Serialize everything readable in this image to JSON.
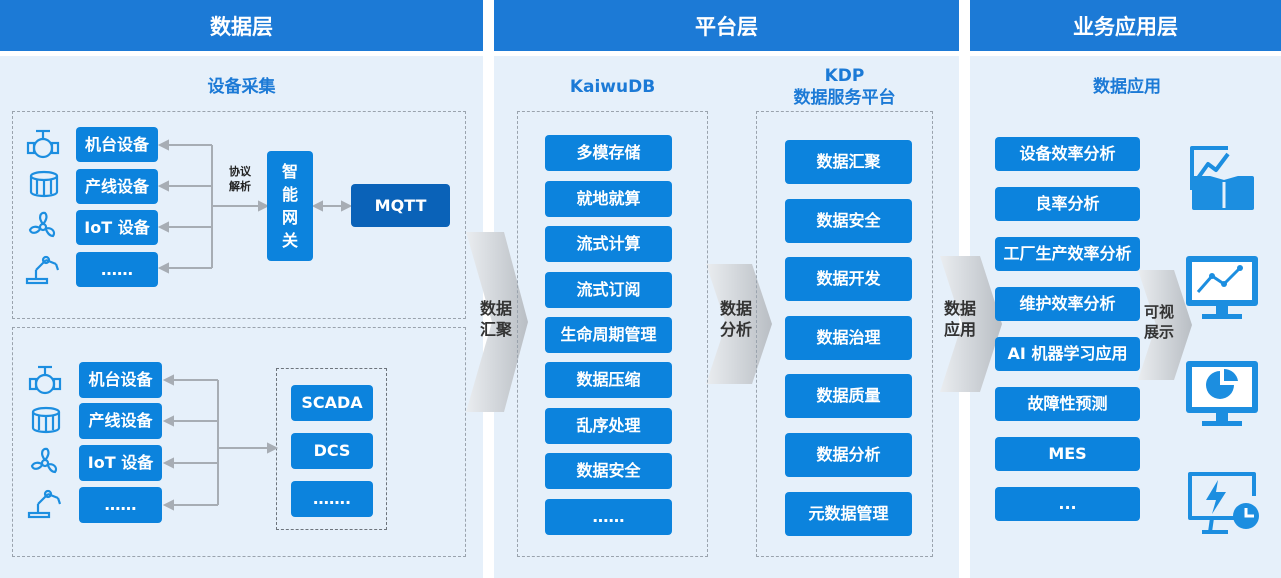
{
  "headers": {
    "data_layer": "数据层",
    "platform_layer": "平台层",
    "business_layer": "业务应用层"
  },
  "data_layer": {
    "title": "设备采集",
    "group1_devices": [
      "机台设备",
      "产线设备",
      "IoT 设备",
      "……"
    ],
    "protocol_label": "协议\n解析",
    "gateway": "智\n能\n网\n关",
    "mqtt": "MQTT",
    "group2_devices": [
      "机台设备",
      "产线设备",
      "IoT 设备",
      "……"
    ],
    "systems": [
      "SCADA",
      "DCS",
      "……."
    ]
  },
  "arrows": {
    "aggregate": "数据\n汇聚",
    "analyze": "数据\n分析",
    "apply": "数据\n应用",
    "display": "可视\n展示"
  },
  "platform_layer": {
    "kaiwudb_title": "KaiwuDB",
    "kaiwudb_items": [
      "多模存储",
      "就地就算",
      "流式计算",
      "流式订阅",
      "生命周期管理",
      "数据压缩",
      "乱序处理",
      "数据安全",
      "……"
    ],
    "kdp_title": "KDP\n数据服务平台",
    "kdp_items": [
      "数据汇聚",
      "数据安全",
      "数据开发",
      "数据治理",
      "数据质量",
      "数据分析",
      "元数据管理"
    ]
  },
  "business_layer": {
    "title": "数据应用",
    "items": [
      "设备效率分析",
      "良率分析",
      "工厂生产效率分析",
      "维护效率分析",
      "AI 机器学习应用",
      "故障性预测",
      "MES",
      "..."
    ]
  },
  "icons": [
    "valve-icon",
    "drum-icon",
    "fan-icon",
    "robot-arm-icon",
    "chart-book-icon",
    "monitor-line-chart-icon",
    "monitor-pie-icon",
    "monitor-power-icon"
  ],
  "colors": {
    "header": "#1c7ad6",
    "box": "#0c83dd",
    "panel": "#e6f0fa",
    "icon": "#1c8ee0"
  }
}
